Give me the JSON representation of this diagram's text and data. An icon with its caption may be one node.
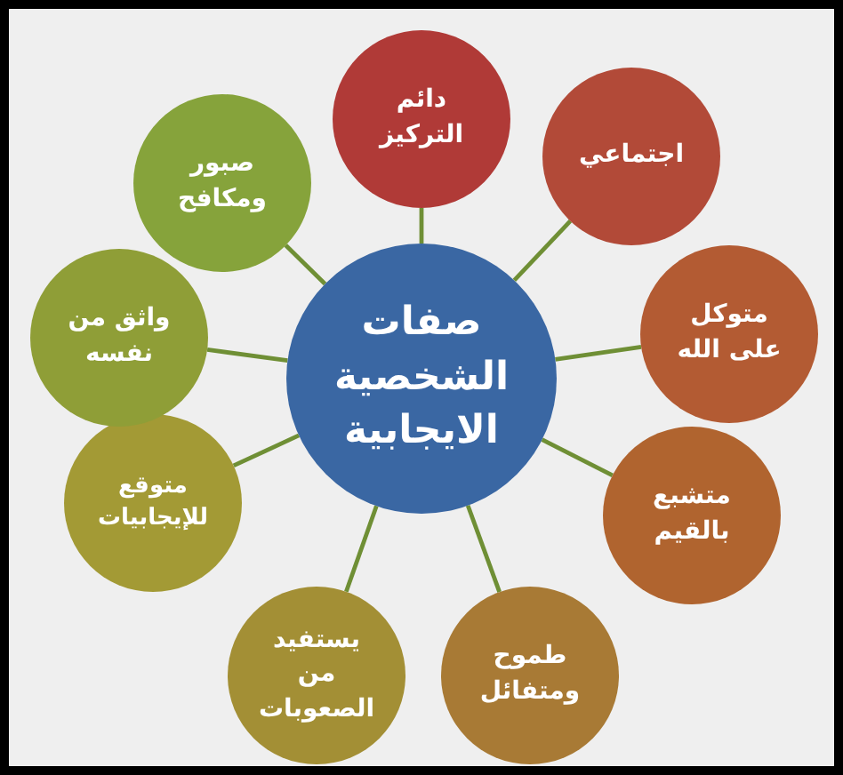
{
  "diagram": {
    "nodes": [
      {
        "text": [
          "صفات الشخصية الايجابية"
        ]
      },
      {
        "text": [
          "دائم التركيز"
        ]
      },
      {
        "text": [
          "اجتماعي"
        ]
      },
      {
        "text": [
          "متوكل على الله"
        ]
      },
      {
        "text": [
          "متشبع بالقيم"
        ]
      },
      {
        "text": [
          "طموح ومتفائل"
        ]
      },
      {
        "text": [
          "يستفيد من الصعوبات"
        ]
      },
      {
        "text": [
          "متوقع للإيجابيات"
        ]
      },
      {
        "text": [
          "واثق من نفسه"
        ]
      },
      {
        "text": [
          "صبور ومكافح"
        ]
      }
    ],
    "edges": [
      {
        "from": 0,
        "to": 1,
        "arrow": "none"
      },
      {
        "from": 0,
        "to": 2,
        "arrow": "none"
      },
      {
        "from": 0,
        "to": 3,
        "arrow": "none"
      },
      {
        "from": 0,
        "to": 4,
        "arrow": "none"
      },
      {
        "from": 0,
        "to": 5,
        "arrow": "none"
      },
      {
        "from": 0,
        "to": 6,
        "arrow": "none"
      },
      {
        "from": 0,
        "to": 7,
        "arrow": "none"
      },
      {
        "from": 0,
        "to": 8,
        "arrow": "none"
      },
      {
        "from": 0,
        "to": 9,
        "arrow": "none"
      }
    ]
  }
}
